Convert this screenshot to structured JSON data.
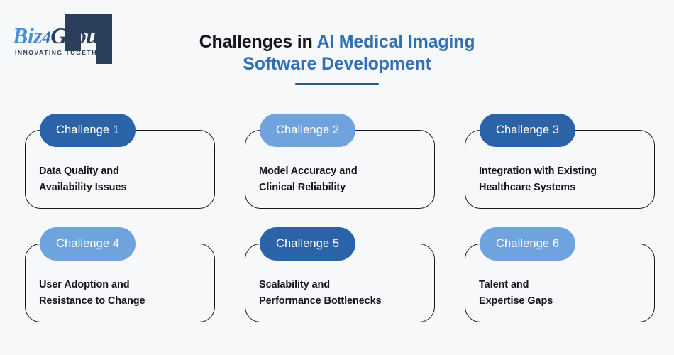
{
  "background_color": "#f7f8fa",
  "logo": {
    "name": "biz4group-logo",
    "word_part_1": "Biz",
    "word_part_2": "4",
    "word_part_3": "Group",
    "tagline": "INNOVATING TOGETHER",
    "color_part_1": "#4a90d9",
    "color_part_2": "#2f6fb5",
    "color_part_3": "#2b3f5c",
    "mark_color": "#2b3f5c"
  },
  "heading": {
    "line_1_plain": "Challenges in ",
    "line_1_accent": "AI Medical Imaging",
    "line_2_accent": "Software Development",
    "plain_color": "#14161a",
    "accent_color": "#2f6fb5",
    "divider_color": "#2d5a80"
  },
  "colors": {
    "badge_dark_blue": "#2b63a8",
    "badge_light_blue": "#6fa3dd",
    "card_border": "#15161a",
    "card_text": "#15161a"
  },
  "challenges": [
    {
      "badge": "Challenge 1",
      "badge_color": "#2b63a8",
      "title_line_1": "Data Quality and",
      "title_line_2": "Availability Issues"
    },
    {
      "badge": "Challenge 2",
      "badge_color": "#6fa3dd",
      "title_line_1": "Model Accuracy and",
      "title_line_2": "Clinical Reliability"
    },
    {
      "badge": "Challenge 3",
      "badge_color": "#2b63a8",
      "title_line_1": "Integration with Existing",
      "title_line_2": "Healthcare Systems"
    },
    {
      "badge": "Challenge 4",
      "badge_color": "#6fa3dd",
      "title_line_1": "User Adoption and",
      "title_line_2": "Resistance to Change"
    },
    {
      "badge": "Challenge 5",
      "badge_color": "#2b63a8",
      "title_line_1": "Scalability and",
      "title_line_2": "Performance Bottlenecks"
    },
    {
      "badge": "Challenge 6",
      "badge_color": "#6fa3dd",
      "title_line_1": "Talent and",
      "title_line_2": "Expertise Gaps"
    }
  ]
}
